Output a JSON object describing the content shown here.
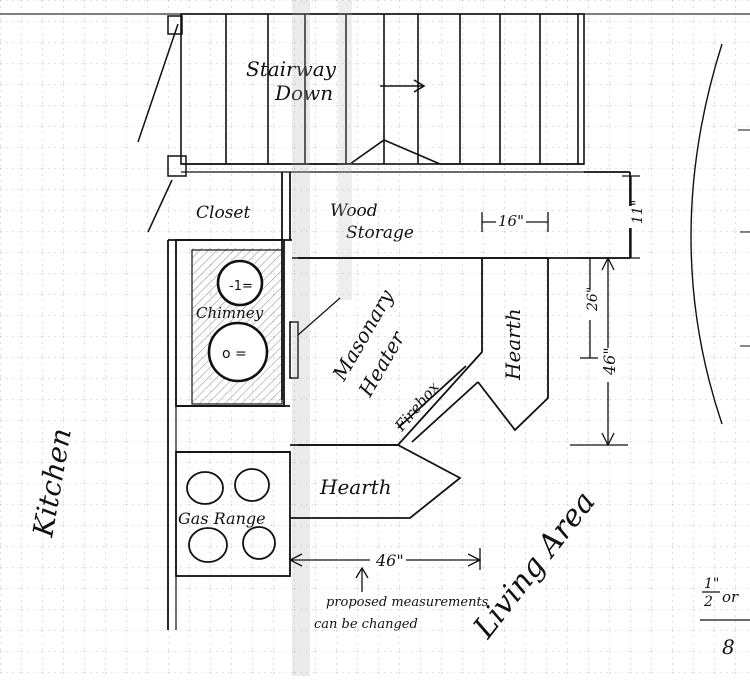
{
  "labels": {
    "stairway_line1": "Stairway",
    "stairway_line2": "Down",
    "closet": "Closet",
    "wood_line1": "Wood",
    "wood_line2": "Storage",
    "chimney": "Chimney",
    "masonary_line1": "Masonary",
    "masonary_line2": "Heater",
    "firebox": "Firebox",
    "hearth_right": "Hearth",
    "hearth_bottom": "Hearth",
    "gas_range": "Gas Range",
    "kitchen": "Kitchen",
    "living_area": "Living Area",
    "note_line1": "proposed measurements",
    "note_line2": "can be changed",
    "scale_fraction": "1\"",
    "scale_fraction_bottom": "2",
    "scale_or": "or",
    "scale_number": "8"
  },
  "dimensions": {
    "width_16": "16\"",
    "depth_11": "11\"",
    "depth_26": "26\"",
    "depth_46": "46\"",
    "width_46": "46\""
  },
  "colors": {
    "ink": "#111111",
    "grid": "#9a9a9a",
    "shade": "#b0b0b0"
  }
}
